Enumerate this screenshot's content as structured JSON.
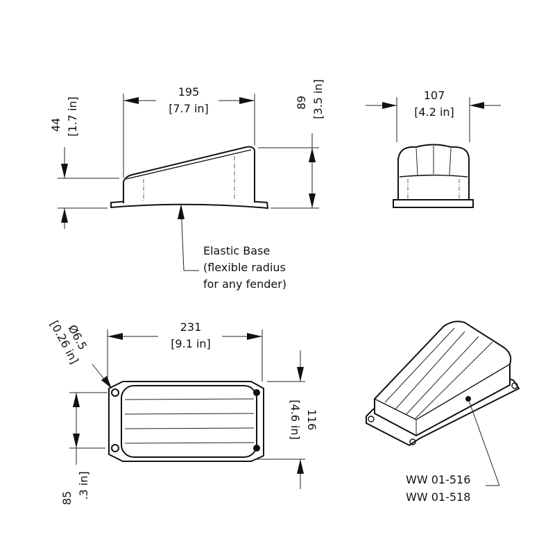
{
  "side_view": {
    "length": "195",
    "length_in": "[7.7 in]",
    "front_height": "44",
    "front_height_in": "[1.7 in]",
    "rear_height": "89",
    "rear_height_in": "[3.5 in]",
    "callout": [
      "Elastic Base",
      "(flexible radius",
      "for any fender)"
    ]
  },
  "front_view": {
    "width": "107",
    "width_in": "[4.2 in]"
  },
  "top_view": {
    "length": "231",
    "length_in": "[9.1 in]",
    "hole_dia": "Ø6.5",
    "hole_dia_in": "[0.26 in]",
    "width": "116",
    "width_in": "[4.6 in]",
    "hole_spacing": "85",
    "hole_spacing_in": ".3 in]"
  },
  "iso_view": {
    "models": [
      "WW 01-516",
      "WW 01-518"
    ]
  }
}
